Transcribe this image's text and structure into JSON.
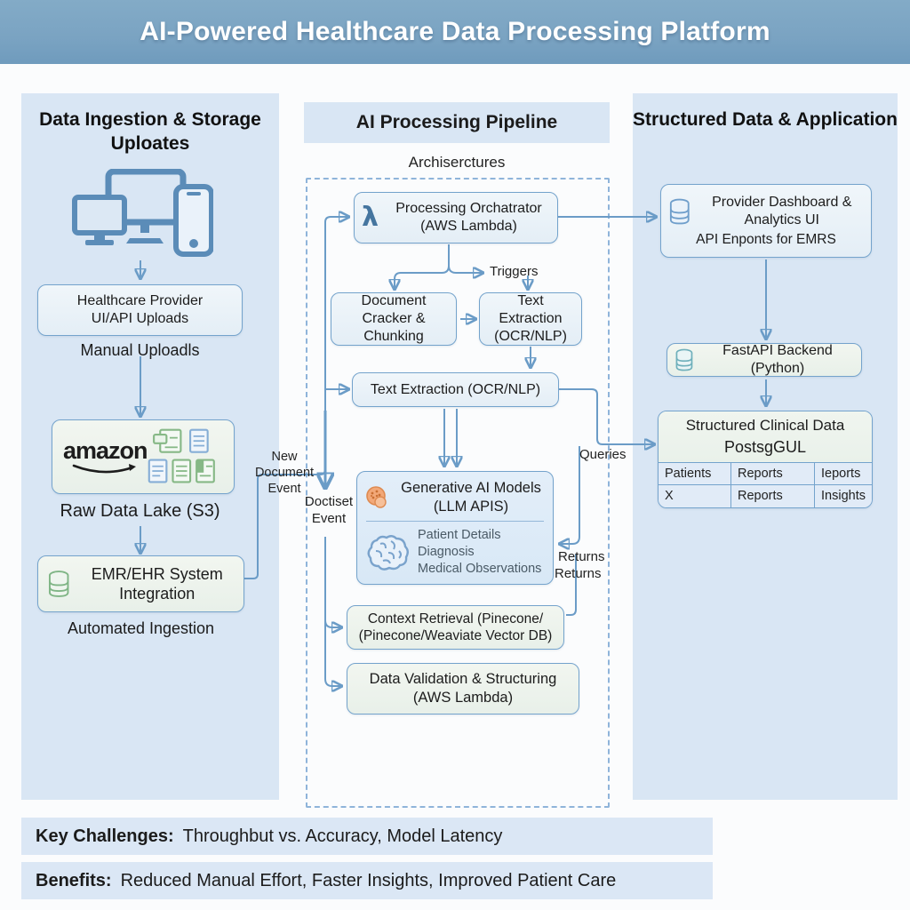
{
  "header": {
    "title": "AI-Powered Healthcare Data Processing Platform"
  },
  "left_column": {
    "title": "Data Ingestion & Storage Uploates",
    "healthcare_box": "Healthcare Provider UI/API Uploads",
    "manual_label": "Manual Uploadls",
    "amazon_logo": "amazon",
    "raw_data_label": "Raw Data Lake (S3)",
    "emr_box": "EMR/EHR System Integration",
    "automated_label": "Automated Ingestion"
  },
  "middle_column": {
    "title": "AI Processing Pipeline",
    "subtitle": "Archiserctures",
    "orchestrator": "Processing Orchatrator (AWS Lambda)",
    "doc_cracker": "Document Cracker & Chunking",
    "text_extraction_small": "Text Extraction (OCR/NLP)",
    "text_extraction_wide": "Text Extraction (OCR/NLP)",
    "gen_ai_title": "Generative AI Models (LLM APIS)",
    "gen_ai_items": [
      "Patient Details",
      "Diagnosis",
      "Medical Observations"
    ],
    "context_retrieval": "Context Retrieval (Pinecone/ (Pinecone/Weaviate Vector DB)",
    "data_validation": "Data Validation & Structuring (AWS Lambda)",
    "labels": {
      "triggers": "Triggers",
      "new_document_event": "New Document Event",
      "doctiset_event": "Doctiset Event",
      "queries": "Queries",
      "returns1": "Returns",
      "returns2": "Returns"
    }
  },
  "right_column": {
    "title": "Structured Data & Application",
    "provider_box_line1": "Provider Dashboard & Analytics UI",
    "provider_box_line2": "API Enponts for EMRS",
    "fastapi_box": "FastAPI Backend (Python)",
    "clinical_box_title": "Structured Clinical Data",
    "clinical_box_subtitle": "PostsgGUL",
    "table": {
      "rows": [
        [
          "Patients",
          "Reports",
          "Ieports"
        ],
        [
          "X",
          "Reports",
          "Insights"
        ]
      ]
    }
  },
  "footer": {
    "challenges_label": "Key Challenges:",
    "challenges_text": "Throughbut vs. Accuracy, Model Latency",
    "benefits_label": "Benefits:",
    "benefits_text": "Reduced Manual Effort, Faster Insights, Improved Patient Care"
  },
  "colors": {
    "header_bg": "#7aa3c2",
    "panel_bg": "#d9e6f4",
    "box_border": "#74a3cc",
    "arrow": "#6b9cc7",
    "green_icon": "#7fb585",
    "orange_icon": "#e2884f"
  }
}
